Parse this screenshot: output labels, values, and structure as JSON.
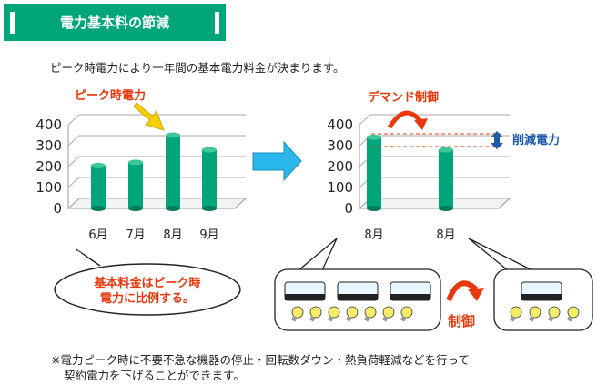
{
  "title": "電力基本料の節減",
  "intro": "ピーク時電力により一年間の基本電力料金が決まります。",
  "left_chart": {
    "annotation": "ピーク時電力",
    "categories": [
      "6月",
      "7月",
      "8月",
      "9月"
    ],
    "values": [
      205,
      220,
      350,
      280
    ],
    "yticks": [
      "400",
      "300",
      "200",
      "100",
      "0"
    ]
  },
  "right_chart": {
    "annotation": "デマンド制御",
    "reduction_label": "削減電力",
    "categories": [
      "8月",
      "8月"
    ],
    "values": [
      340,
      280
    ],
    "yticks": [
      "400",
      "300",
      "200",
      "100",
      "0"
    ]
  },
  "bubble": {
    "line1": "基本料金はピーク時",
    "line2": "電力に比例する。"
  },
  "control_label": "制御",
  "before": {
    "aircons": 3,
    "bulbs": 7
  },
  "after": {
    "aircons": 1,
    "bulbs": 4
  },
  "note": {
    "line1": "※電力ピーク時に不要不急な機器の停止・回転数ダウン・熱負荷軽減などを行って",
    "line2": "契約電力を下げることができます。"
  },
  "colors": {
    "green": "#00a67a",
    "red": "#e8380d",
    "blue": "#1d5aa8",
    "cyan": "#29b6e8"
  }
}
